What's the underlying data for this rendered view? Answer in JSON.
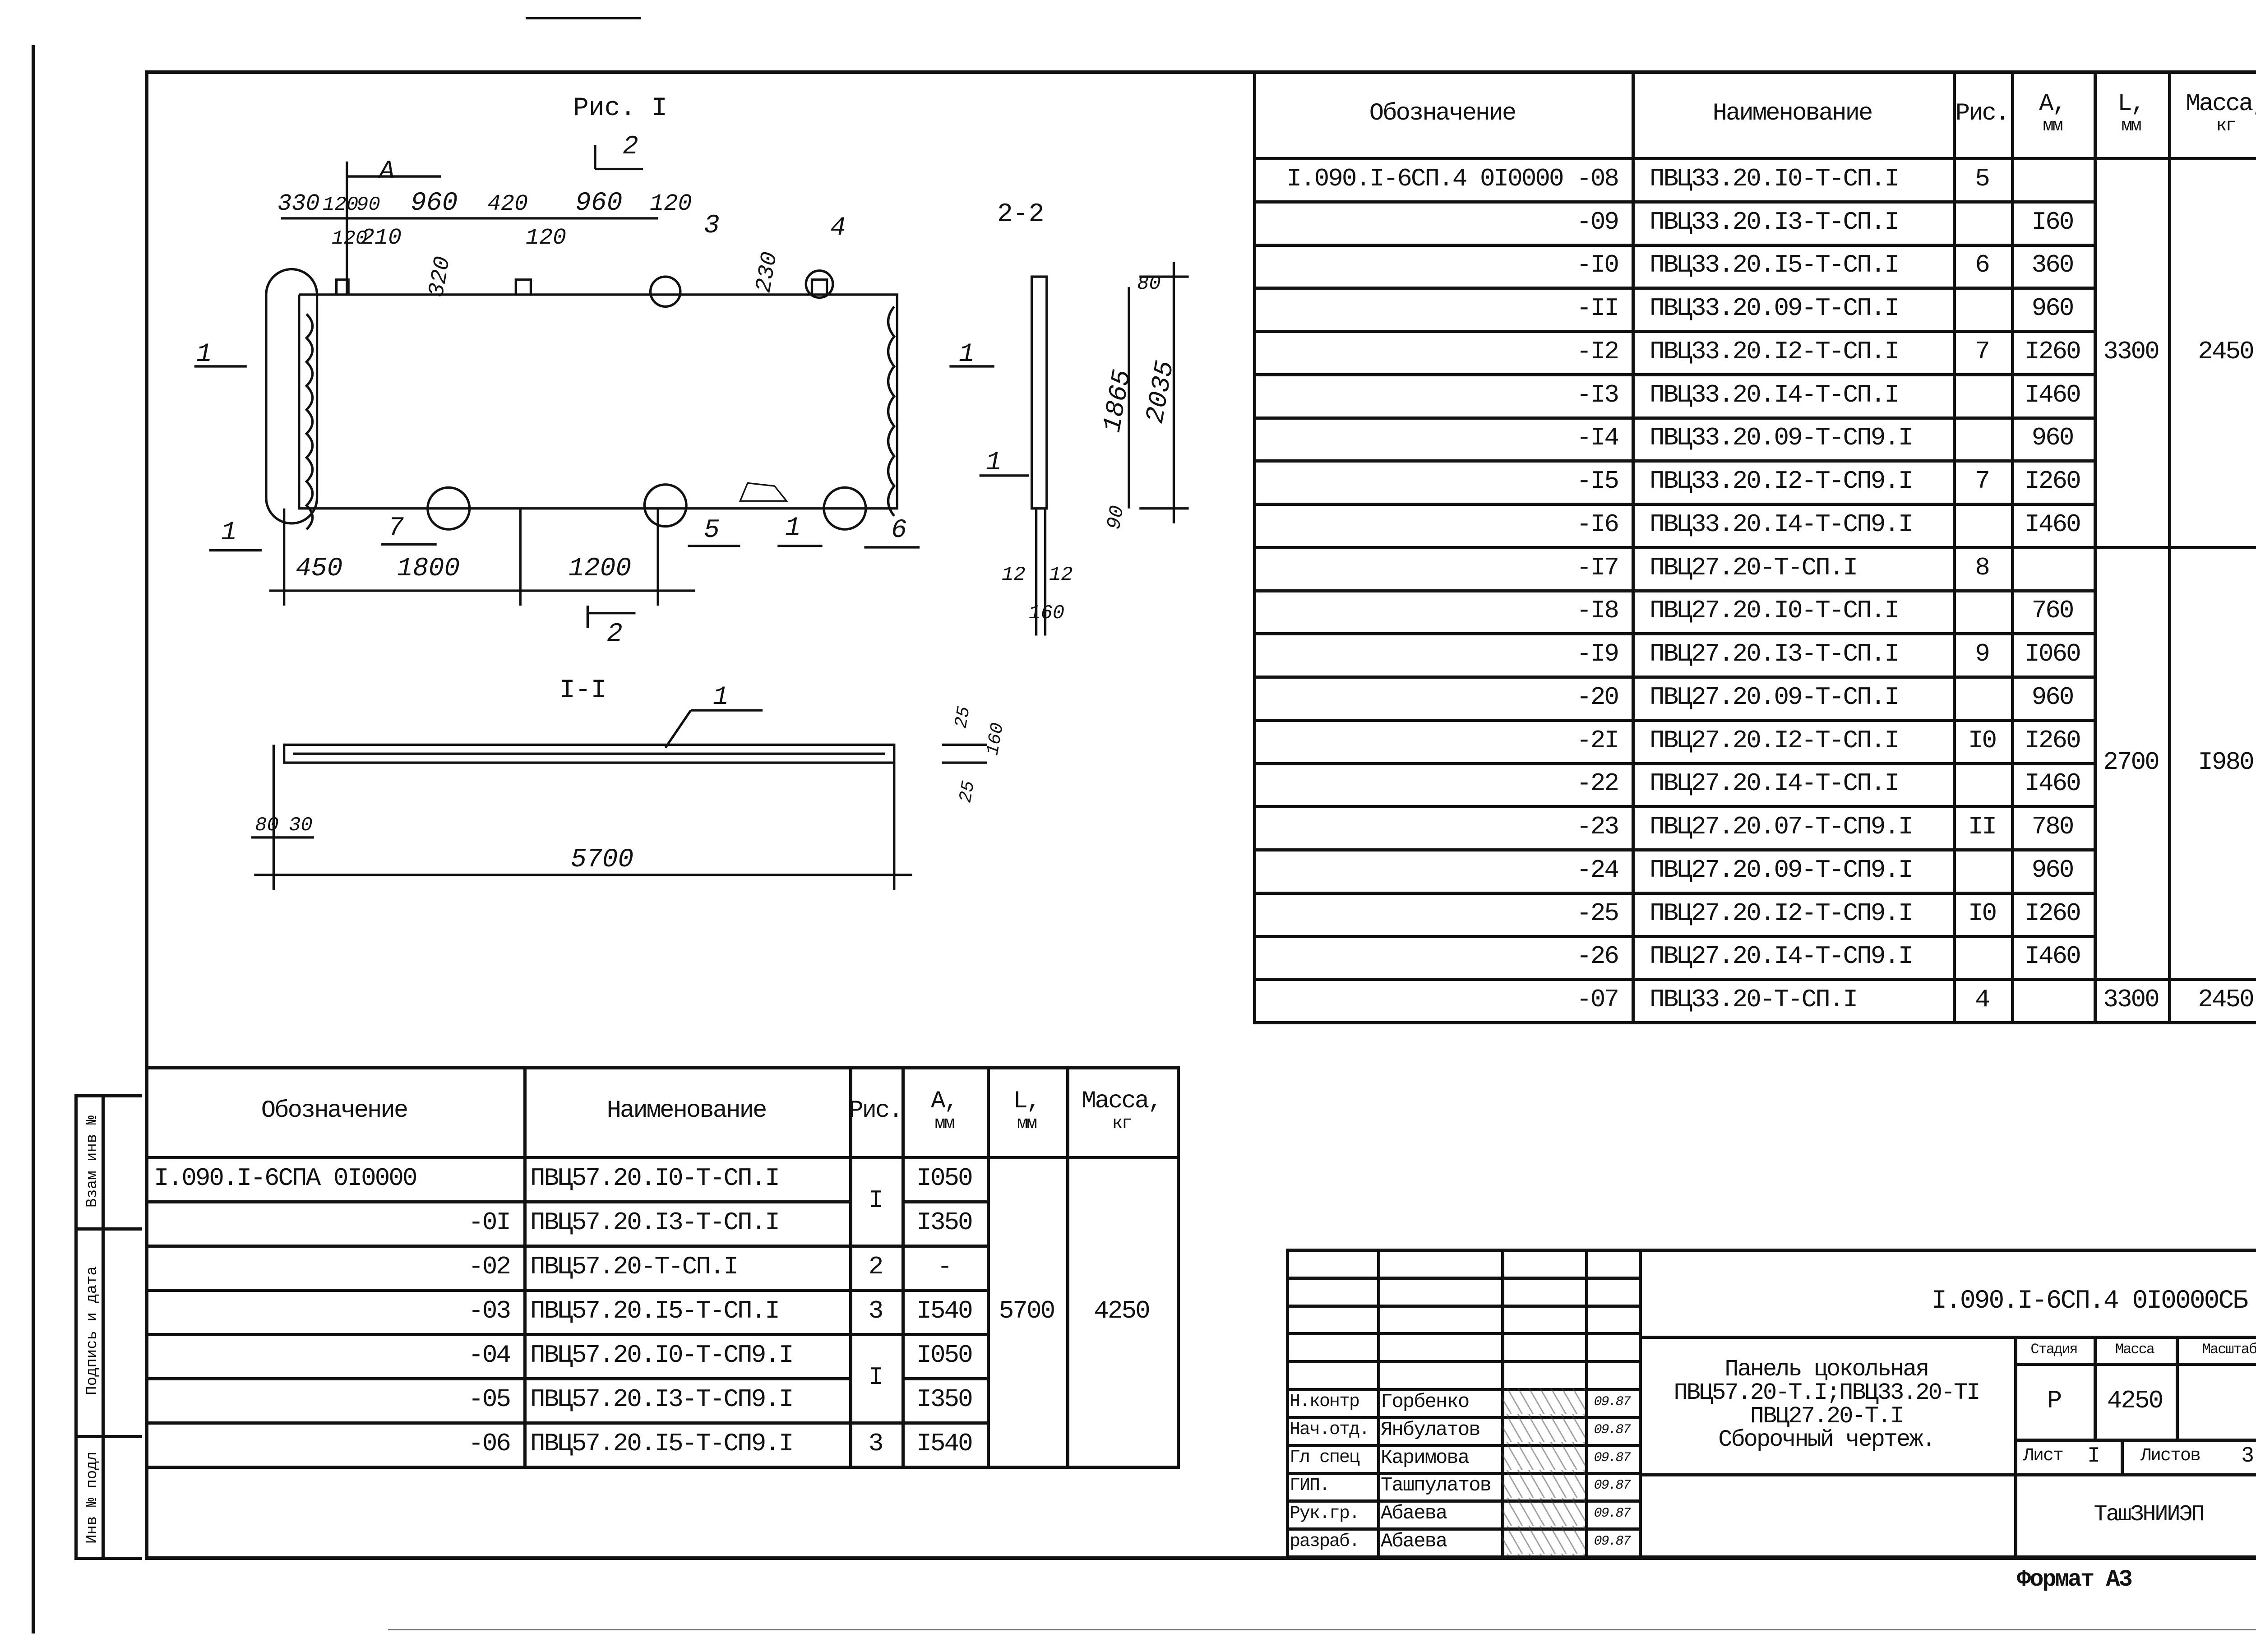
{
  "drawing": {
    "fig_title": "Рис. I",
    "section_2_marker": "2",
    "section_1_marker": "1",
    "dim_A": "A",
    "top_dims": [
      "330",
      "120",
      "90",
      "960",
      "420",
      "960",
      "120"
    ],
    "sub_dims": [
      "120",
      "210",
      "120"
    ],
    "dim_320": "320",
    "dim_230": "230",
    "callouts": [
      "1",
      "7",
      "5",
      "1",
      "6",
      "3",
      "4"
    ],
    "bottom_dims": [
      "450",
      "1800",
      "1200"
    ],
    "section_22_title": "2-2",
    "s22_dims": [
      "80",
      "1865",
      "2035",
      "90",
      "12",
      "12",
      "160"
    ],
    "s22_callout": "1",
    "section_11_title": "I-I",
    "s11_callout": "1",
    "s11_dims": [
      "25",
      "160",
      "25",
      "80",
      "30",
      "5700"
    ]
  },
  "top_table": {
    "headers": {
      "designation": "Обозначение",
      "name": "Наименование",
      "fig": "Рис.",
      "a": "А,",
      "a_unit": "мм",
      "l": "L,",
      "l_unit": "мм",
      "mass": "Масса,",
      "mass_unit": "кг"
    },
    "rows": [
      {
        "designation": "I.090.I-6СП.4  0I0000 -08",
        "name": "ПВЦ33.20.I0-Т-СП.I",
        "fig": "5",
        "a": ""
      },
      {
        "designation": "-09",
        "name": "ПВЦ33.20.I3-Т-СП.I",
        "fig": "",
        "a": "I60"
      },
      {
        "designation": "-I0",
        "name": "ПВЦ33.20.I5-Т-СП.I",
        "fig": "6",
        "a": "360"
      },
      {
        "designation": "-II",
        "name": "ПВЦ33.20.09-Т-СП.I",
        "fig": "",
        "a": "960"
      },
      {
        "designation": "-I2",
        "name": "ПВЦ33.20.I2-Т-СП.I",
        "fig": "7",
        "a": "I260"
      },
      {
        "designation": "-I3",
        "name": "ПВЦ33.20.I4-Т-СП.I",
        "fig": "",
        "a": "I460"
      },
      {
        "designation": "-I4",
        "name": "ПВЦ33.20.09-Т-СП9.I",
        "fig": "",
        "a": "960"
      },
      {
        "designation": "-I5",
        "name": "ПВЦ33.20.I2-Т-СП9.I",
        "fig": "7",
        "a": "I260"
      },
      {
        "designation": "-I6",
        "name": "ПВЦ33.20.I4-Т-СП9.I",
        "fig": "",
        "a": "I460"
      },
      {
        "designation": "-I7",
        "name": "ПВЦ27.20-Т-СП.I",
        "fig": "8",
        "a": ""
      },
      {
        "designation": "-I8",
        "name": "ПВЦ27.20.I0-Т-СП.I",
        "fig": "",
        "a": "760"
      },
      {
        "designation": "-I9",
        "name": "ПВЦ27.20.I3-Т-СП.I",
        "fig": "9",
        "a": "I060"
      },
      {
        "designation": "-20",
        "name": "ПВЦ27.20.09-Т-СП.I",
        "fig": "",
        "a": "960"
      },
      {
        "designation": "-2I",
        "name": "ПВЦ27.20.I2-Т-СП.I",
        "fig": "I0",
        "a": "I260"
      },
      {
        "designation": "-22",
        "name": "ПВЦ27.20.I4-Т-СП.I",
        "fig": "",
        "a": "I460"
      },
      {
        "designation": "-23",
        "name": "ПВЦ27.20.07-Т-СП9.I",
        "fig": "II",
        "a": "780"
      },
      {
        "designation": "-24",
        "name": "ПВЦ27.20.09-Т-СП9.I",
        "fig": "",
        "a": "960"
      },
      {
        "designation": "-25",
        "name": "ПВЦ27.20.I2-Т-СП9.I",
        "fig": "I0",
        "a": "I260"
      },
      {
        "designation": "-26",
        "name": "ПВЦ27.20.I4-Т-СП9.I",
        "fig": "",
        "a": "I460"
      },
      {
        "designation": "-07",
        "name": "ПВЦ33.20-Т-СП.I",
        "fig": "4",
        "a": ""
      }
    ],
    "groups": [
      {
        "from": 0,
        "to": 8,
        "l": "3300",
        "mass": "2450"
      },
      {
        "from": 9,
        "to": 18,
        "l": "2700",
        "mass": "I980"
      },
      {
        "from": 19,
        "to": 19,
        "l": "3300",
        "mass": "2450"
      }
    ]
  },
  "bottom_table": {
    "headers": {
      "designation": "Обозначение",
      "name": "Наименование",
      "fig": "Рис.",
      "a": "А,",
      "a_unit": "мм",
      "l": "L,",
      "l_unit": "мм",
      "mass": "Масса,",
      "mass_unit": "кг"
    },
    "rows": [
      {
        "designation": "I.090.I-6СПА  0I0000",
        "name": "ПВЦ57.20.I0-Т-СП.I",
        "a": "I050"
      },
      {
        "designation": "-0I",
        "name": "ПВЦ57.20.I3-Т-СП.I",
        "a": "I350"
      },
      {
        "designation": "-02",
        "name": "ПВЦ57.20-Т-СП.I",
        "a": "-"
      },
      {
        "designation": "-03",
        "name": "ПВЦ57.20.I5-Т-СП.I",
        "a": "I540"
      },
      {
        "designation": "-04",
        "name": "ПВЦ57.20.I0-Т-СП9.I",
        "a": "I050"
      },
      {
        "designation": "-05",
        "name": "ПВЦ57.20.I3-Т-СП9.I",
        "a": "I350"
      },
      {
        "designation": "-06",
        "name": "ПВЦ57.20.I5-Т-СП9.I",
        "a": "I540"
      }
    ],
    "fig_groups": [
      {
        "from": 0,
        "to": 1,
        "fig": "I"
      },
      {
        "from": 2,
        "to": 2,
        "fig": "2"
      },
      {
        "from": 3,
        "to": 3,
        "fig": "3"
      },
      {
        "from": 4,
        "to": 5,
        "fig": "I"
      },
      {
        "from": 6,
        "to": 6,
        "fig": "3"
      }
    ],
    "l": "5700",
    "mass": "4250"
  },
  "side_labels": [
    "Взам инв №",
    "Подпись и дата",
    "Инв № подл"
  ],
  "stamp": {
    "doc_code": "I.090.I-6СП.4  0I0000СБ",
    "title_lines": [
      "Панель цокольная",
      "ПВЦ57.20-Т.I;ПВЦ33.20-ТI",
      "ПВЦ27.20-Т.I",
      "Сборочный чертеж."
    ],
    "stage_label": "Стадия",
    "mass_label": "Масса",
    "scale_label": "Масштаб",
    "stage": "Р",
    "mass": "4250",
    "sheet_label": "Лист",
    "sheet": "I",
    "sheets_label": "Листов",
    "sheets": "3",
    "org": "ТашЗНИИЭП",
    "signers": [
      {
        "role": "Н.контр",
        "name": "Горбенко",
        "date": "09.87"
      },
      {
        "role": "Нач.отд.",
        "name": "Янбулатов",
        "date": "09.87"
      },
      {
        "role": "Гл спец",
        "name": "Каримова",
        "date": "09.87"
      },
      {
        "role": "ГИП.",
        "name": "Ташпулатов",
        "date": "09.87"
      },
      {
        "role": "Рук.гр.",
        "name": "Абаева",
        "date": "09.87"
      },
      {
        "role": "разраб.",
        "name": "Абаева",
        "date": "09.87"
      }
    ],
    "format": "Формат  А3"
  }
}
